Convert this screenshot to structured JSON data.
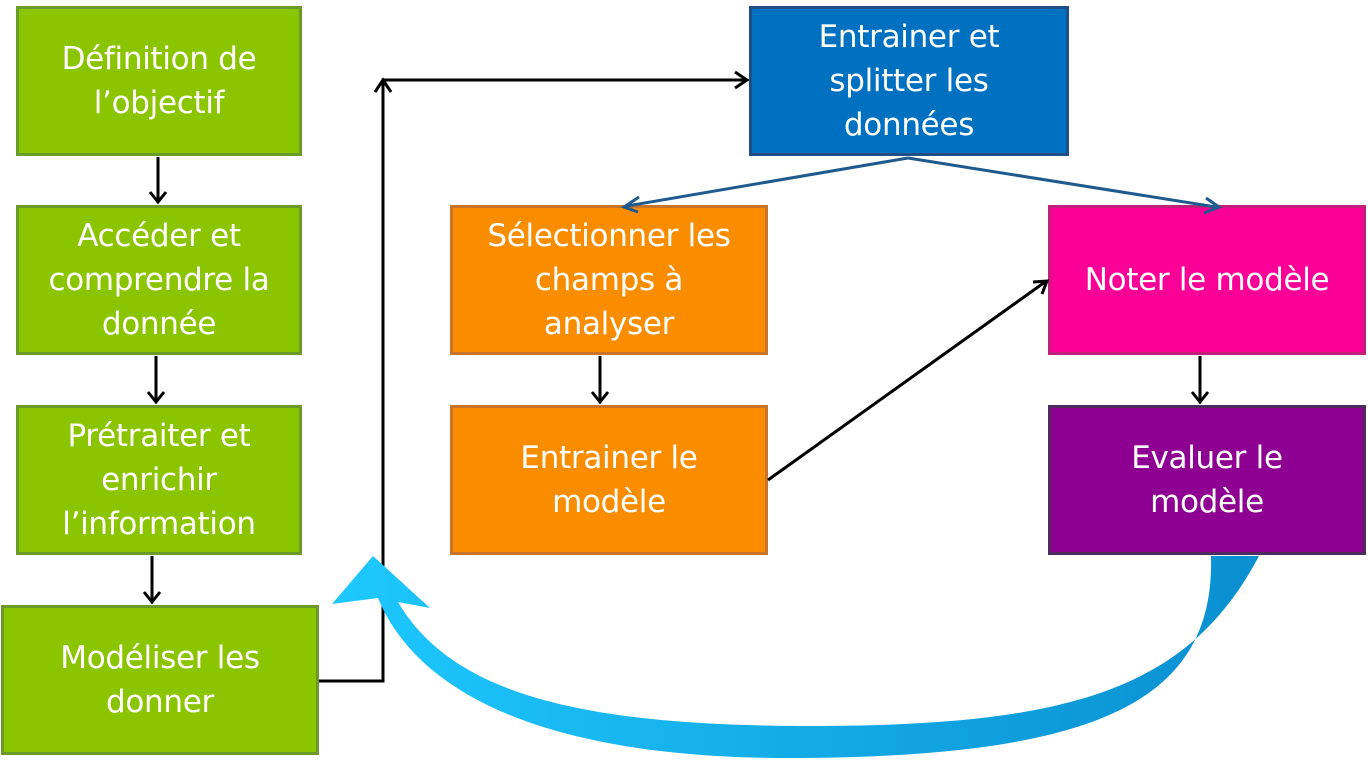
{
  "boxes": {
    "definition": "Définition de\nl’objectif",
    "acceder": "Accéder et\ncomprendre la\ndonnée",
    "pretraiter": "Prétraiter et\nenrichir\nl’information",
    "modeliser": "Modéliser les\ndonner",
    "entrainer_splitter": "Entrainer et\nsplitter les\ndonnées",
    "selectionner": "Sélectionner les\nchamps à\nanalyser",
    "entrainer_modele": "Entrainer le\nmodèle",
    "noter": "Noter le modèle",
    "evaluer": "Evaluer le\nmodèle"
  },
  "colors": {
    "green": "#8bc400",
    "blue": "#0070c0",
    "orange": "#fa8c00",
    "pink": "#fb0097",
    "purple": "#8e0092",
    "cycle_arrow": "#00b4f0"
  }
}
